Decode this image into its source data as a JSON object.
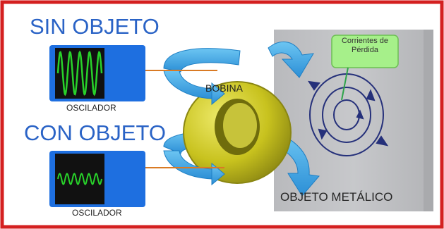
{
  "labels": {
    "sin_objeto": "SIN OBJETO",
    "con_objeto": "CON OBJETO",
    "oscilador_1": "OSCILADOR",
    "oscilador_2": "OSCILADOR",
    "bobina": "BOBINA",
    "objeto_metalico": "OBJETO METÁLICO",
    "corrientes_perdida": "Corrientes de Pérdida"
  },
  "oscillators": [
    {
      "state": "without object",
      "amplitude_relative": 1.0,
      "cycles": 4.5
    },
    {
      "state": "with object",
      "amplitude_relative": 0.25,
      "cycles": 6
    }
  ],
  "colors": {
    "border": "#d42020",
    "title_blue": "#2a63c6",
    "panel_blue": "#1e6fe0",
    "screen": "#111111",
    "wave_green": "#28d22a",
    "coil_yellow": "#c8c21e",
    "field_blue": "#3ea9e6",
    "metal_gray": "#c2c3c6",
    "eddy_navy": "#25307a",
    "callout_green": "#a6f08a",
    "wire_orange": "#d97a24"
  }
}
